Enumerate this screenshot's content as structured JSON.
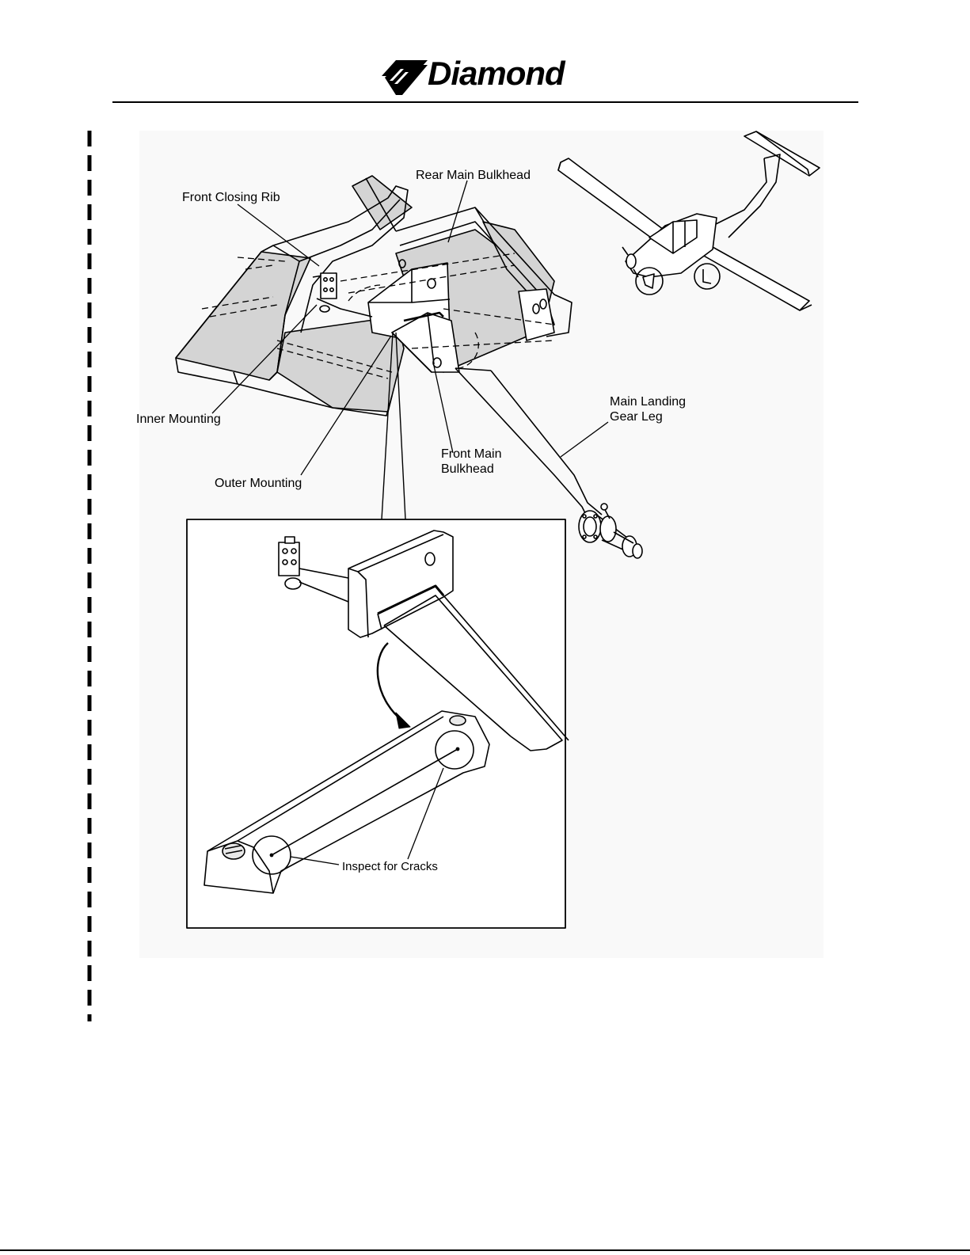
{
  "header": {
    "brand": "Diamond",
    "logo_icon": "diamond-wings-logo-icon"
  },
  "figure": {
    "labels": {
      "rear_main_bulkhead": "Rear Main Bulkhead",
      "front_closing_rib": "Front Closing Rib",
      "inner_mounting": "Inner Mounting",
      "outer_mounting": "Outer Mounting",
      "front_main_bulkhead": "Front Main\nBulkhead",
      "main_landing_gear_leg": "Main Landing\nGear Leg",
      "inspect_for_cracks": "Inspect for Cracks"
    },
    "colors": {
      "line": "#000000",
      "panel_shade": "#d4d4d4",
      "figure_bg": "#f7f7f7"
    }
  }
}
